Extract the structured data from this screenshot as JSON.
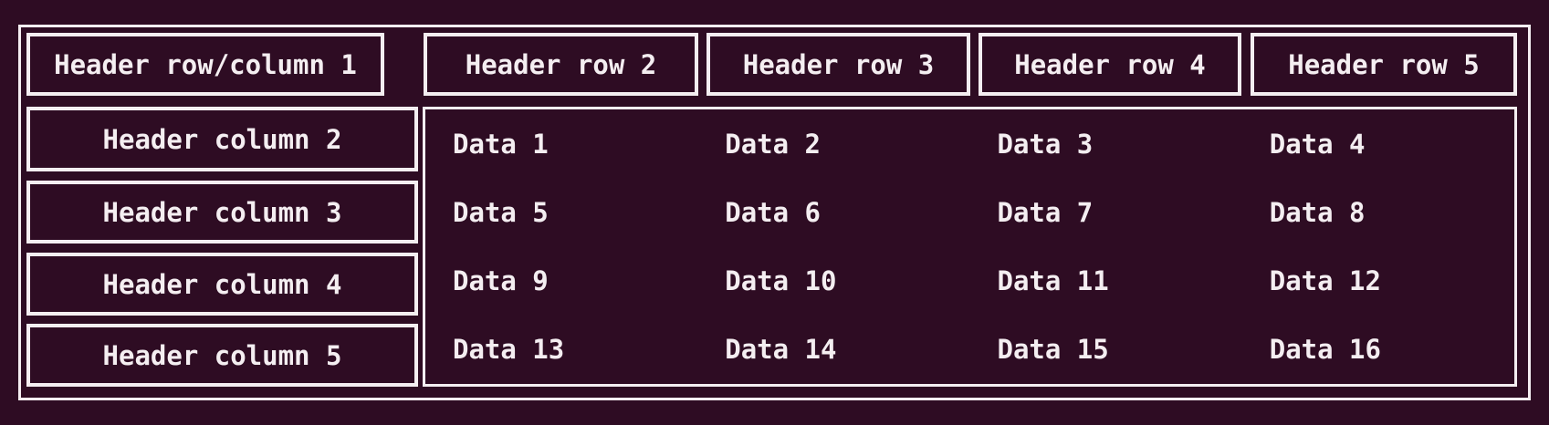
{
  "page": {
    "background_color": "#2e0c23",
    "foreground_color": "#f4eef1"
  },
  "table": {
    "corner_header": "Header row/column 1",
    "column_headers": [
      "Header row 2",
      "Header row 3",
      "Header row 4",
      "Header row 5"
    ],
    "row_headers": [
      "Header column 2",
      "Header column 3",
      "Header column 4",
      "Header column 5"
    ],
    "data_rows": [
      [
        "Data 1",
        "Data 2",
        "Data 3",
        "Data 4"
      ],
      [
        "Data 5",
        "Data 6",
        "Data 7",
        "Data 8"
      ],
      [
        "Data 9",
        "Data 10",
        "Data 11",
        "Data 12"
      ],
      [
        "Data 13",
        "Data 14",
        "Data 15",
        "Data 16"
      ]
    ]
  }
}
